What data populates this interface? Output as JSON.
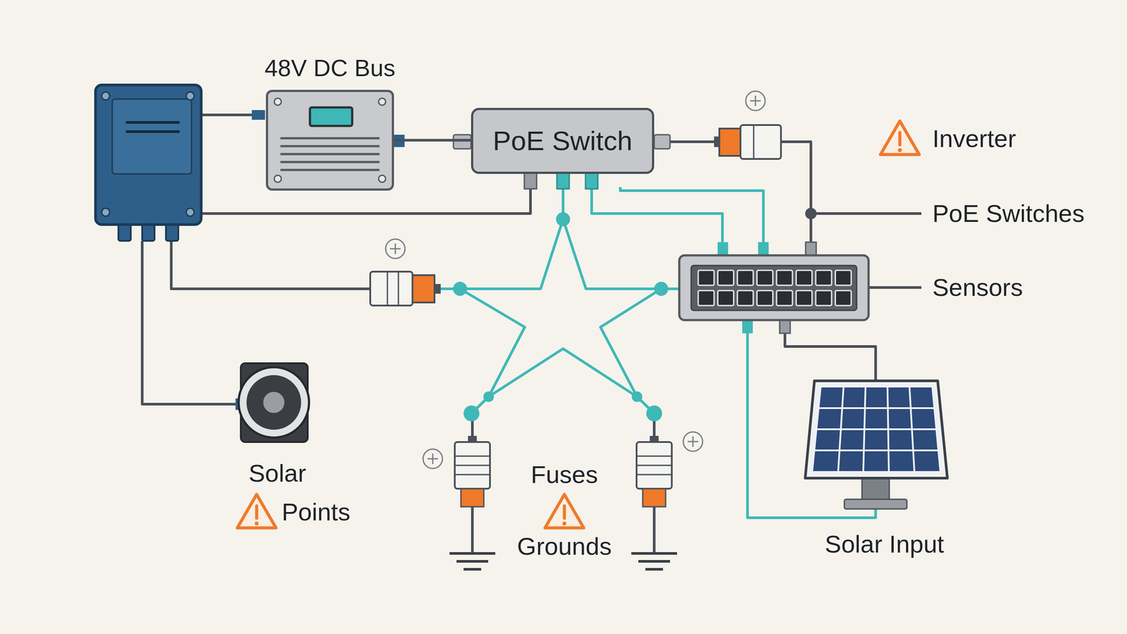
{
  "diagram": {
    "nodes": [
      {
        "text": [
          "48V DC Bus"
        ]
      },
      {
        "text": [
          "PoE Switch"
        ]
      }
    ],
    "edges": [
      {
        "from": 0,
        "to": 1,
        "arrow": "none"
      }
    ],
    "labels": [
      "Inverter",
      "PoE Switches",
      "Sensors",
      "Solar",
      "Points",
      "Fuses",
      "Grounds",
      "Solar Input"
    ]
  }
}
